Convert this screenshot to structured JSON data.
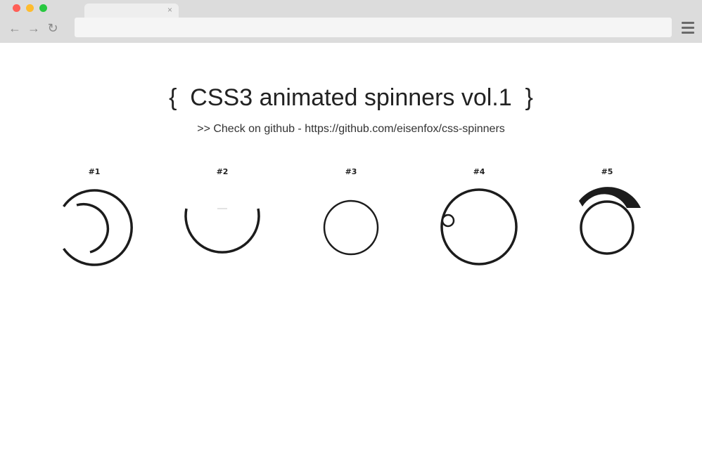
{
  "browser": {
    "traffic_lights": [
      "#ff5f57",
      "#febc2e",
      "#28c840"
    ],
    "tab": {
      "title": "",
      "close_label": "×"
    },
    "nav": {
      "back_icon": "←",
      "forward_icon": "→",
      "reload_icon": "↻"
    },
    "address": {
      "value": ""
    },
    "menu_icon": "hamburger-menu-icon"
  },
  "page": {
    "title": "{  CSS3 animated spinners vol.1  }",
    "subtitle_prefix": ">> Check on github - ",
    "subtitle_link": "https://github.com/eisenfox/css-spinners"
  },
  "spinners": [
    {
      "label": "#1"
    },
    {
      "label": "#2"
    },
    {
      "label": "#3"
    },
    {
      "label": "#4"
    },
    {
      "label": "#5"
    }
  ],
  "colors": {
    "chrome": "#dcdcdc",
    "spinner_stroke": "#1c1c1c"
  }
}
